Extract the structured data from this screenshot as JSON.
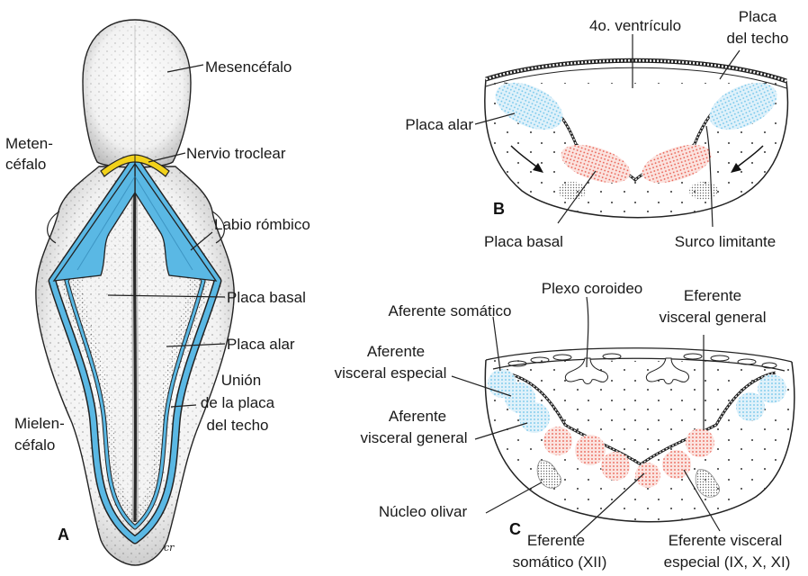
{
  "panels": {
    "a": {
      "letter": "A",
      "labels": {
        "mesencefalo": "Mesencéfalo",
        "metencefalo_1": "Meten-",
        "metencefalo_2": "céfalo",
        "nervio_troclear": "Nervio troclear",
        "labio_rombico": "Labio rómbico",
        "placa_basal": "Placa basal",
        "placa_alar": "Placa alar",
        "union_1": "Unión",
        "union_2": "de la placa",
        "union_3": "del techo",
        "mielencefalo_1": "Mielen-",
        "mielencefalo_2": "céfalo"
      },
      "signature": "cr"
    },
    "b": {
      "letter": "B",
      "labels": {
        "ventriculo": "4o. ventrículo",
        "placa_techo_1": "Placa",
        "placa_techo_2": "del techo",
        "placa_alar": "Placa alar",
        "placa_basal": "Placa basal",
        "surco_limitante": "Surco limitante"
      }
    },
    "c": {
      "letter": "C",
      "labels": {
        "plexo_coroideo": "Plexo coroideo",
        "aferente_somatico": "Aferente somático",
        "aferente_visc_esp_1": "Aferente",
        "aferente_visc_esp_2": "visceral especial",
        "aferente_visc_gen_1": "Aferente",
        "aferente_visc_gen_2": "visceral general",
        "eferente_visc_gen_1": "Eferente",
        "eferente_visc_gen_2": "visceral general",
        "nucleo_olivar": "Núcleo olivar",
        "eferente_somatico_1": "Eferente",
        "eferente_somatico_2": "somático (XII)",
        "eferente_visc_esp_1": "Eferente visceral",
        "eferente_visc_esp_2": "especial (IX, X, XI)"
      }
    }
  },
  "colors": {
    "alar_blue": "#8ecfea",
    "plate_blue": "#5ab8e4",
    "basal_red": "#e8584a",
    "troclear_yellow": "#f2d21b",
    "outline": "#222222"
  }
}
